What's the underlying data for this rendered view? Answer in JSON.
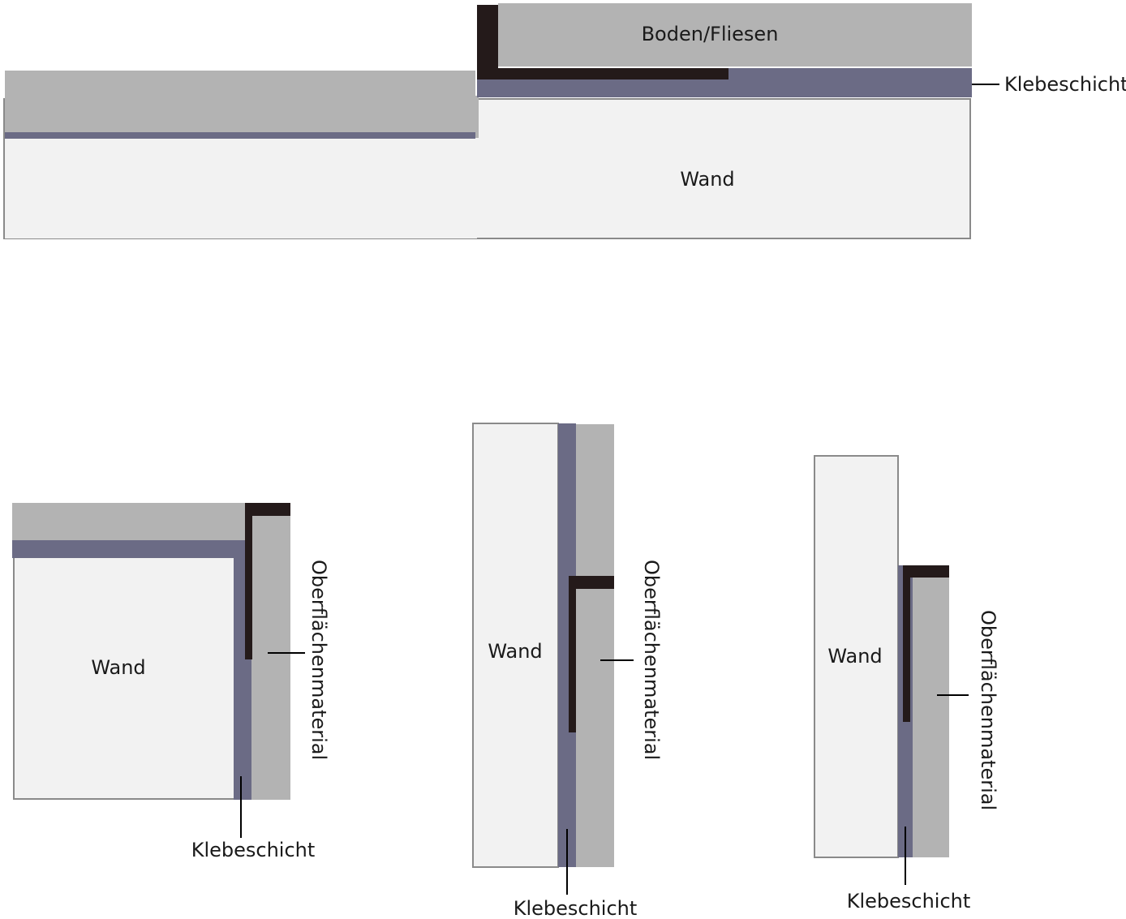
{
  "colors": {
    "wall": "#f2f2f2",
    "surface": "#b3b3b3",
    "adhesive": "#6b6b85",
    "profile": "#241a1a"
  },
  "top_diagram": {
    "floor_label": "Boden/Fliesen",
    "adhesive_label": "Klebeschicht",
    "wall_label": "Wand"
  },
  "diagram_1": {
    "wall_label": "Wand",
    "surface_label": "Oberflächenmaterial",
    "adhesive_label": "Klebeschicht"
  },
  "diagram_2": {
    "wall_label": "Wand",
    "surface_label": "Oberflächenmaterial",
    "adhesive_label": "Klebeschicht"
  },
  "diagram_3": {
    "wall_label": "Wand",
    "surface_label": "Oberflächenmaterial",
    "adhesive_label": "Klebeschicht"
  }
}
